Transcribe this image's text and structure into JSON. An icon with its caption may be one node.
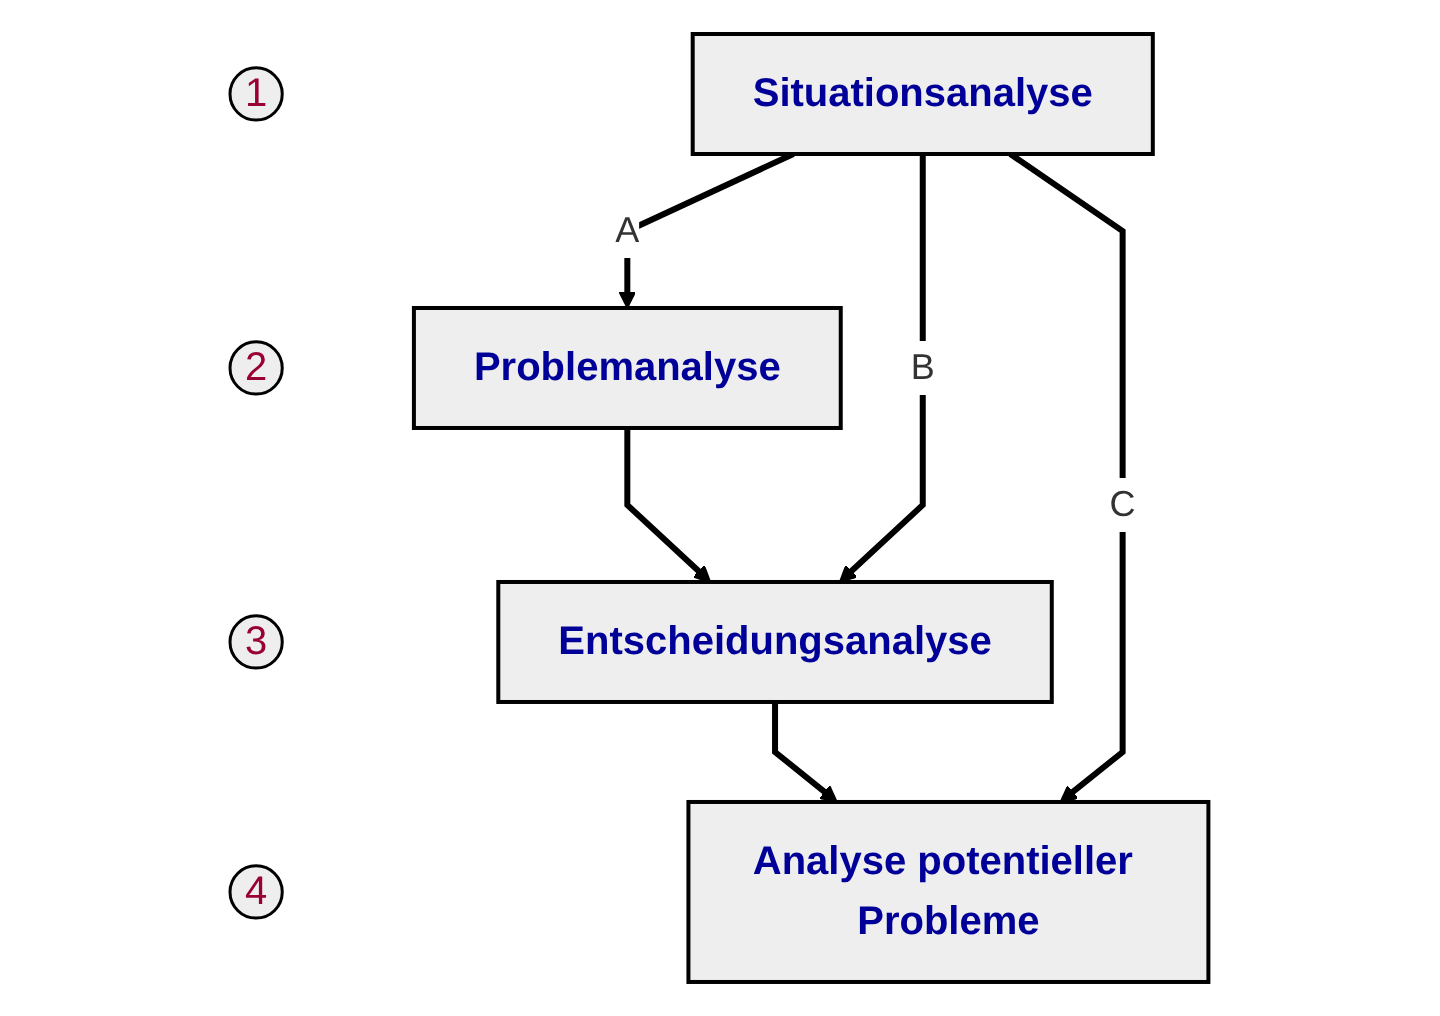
{
  "diagram": {
    "nodes": [
      {
        "text": [
          "1"
        ]
      },
      {
        "text": [
          "Situationsanalyse"
        ]
      },
      {
        "text": [
          "2"
        ]
      },
      {
        "text": [
          "Problemanalyse"
        ]
      },
      {
        "text": [
          "3"
        ]
      },
      {
        "text": [
          "Entscheidungsanalyse"
        ]
      },
      {
        "text": [
          "4"
        ]
      },
      {
        "text": [
          "Analyse potentieller Probleme"
        ]
      }
    ],
    "edges": [
      {
        "from": 1,
        "to": 3,
        "arrow": "to",
        "label": "A"
      },
      {
        "from": 3,
        "to": 5,
        "arrow": "to"
      },
      {
        "from": 5,
        "to": 7,
        "arrow": "to"
      },
      {
        "from": 1,
        "to": 5,
        "arrow": "to",
        "label": "B"
      },
      {
        "from": 1,
        "to": 7,
        "arrow": "to",
        "label": "C"
      }
    ]
  }
}
